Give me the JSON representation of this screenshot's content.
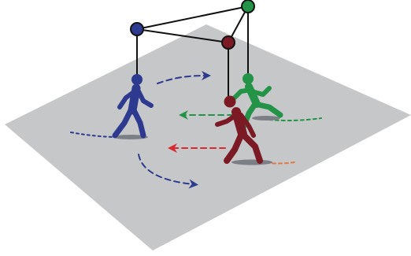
{
  "colors": {
    "background": "#ffffff",
    "floor": "#c6c7c9",
    "link": "#111111",
    "node_outline": "#111111",
    "blue_agent": "#2e3a8f",
    "green_agent": "#239447",
    "red_agent": "#7b1a24",
    "red_arrow": "#d62a30",
    "orange_trail": "#e07a45",
    "shadow": "#7d7f86"
  },
  "icons": {
    "agent": "walking-person-icon",
    "node": "graph-node-icon",
    "motion": "dashed-arrow-icon"
  },
  "agents": [
    {
      "id": "blue",
      "color_key": "blue_agent",
      "motion": "walking"
    },
    {
      "id": "green",
      "color_key": "green_agent",
      "motion": "running"
    },
    {
      "id": "red",
      "color_key": "red_agent",
      "motion": "walking"
    }
  ],
  "graph": {
    "nodes": [
      "blue",
      "red",
      "green"
    ],
    "edges": [
      [
        "blue",
        "red"
      ],
      [
        "blue",
        "green"
      ],
      [
        "red",
        "green"
      ]
    ]
  }
}
